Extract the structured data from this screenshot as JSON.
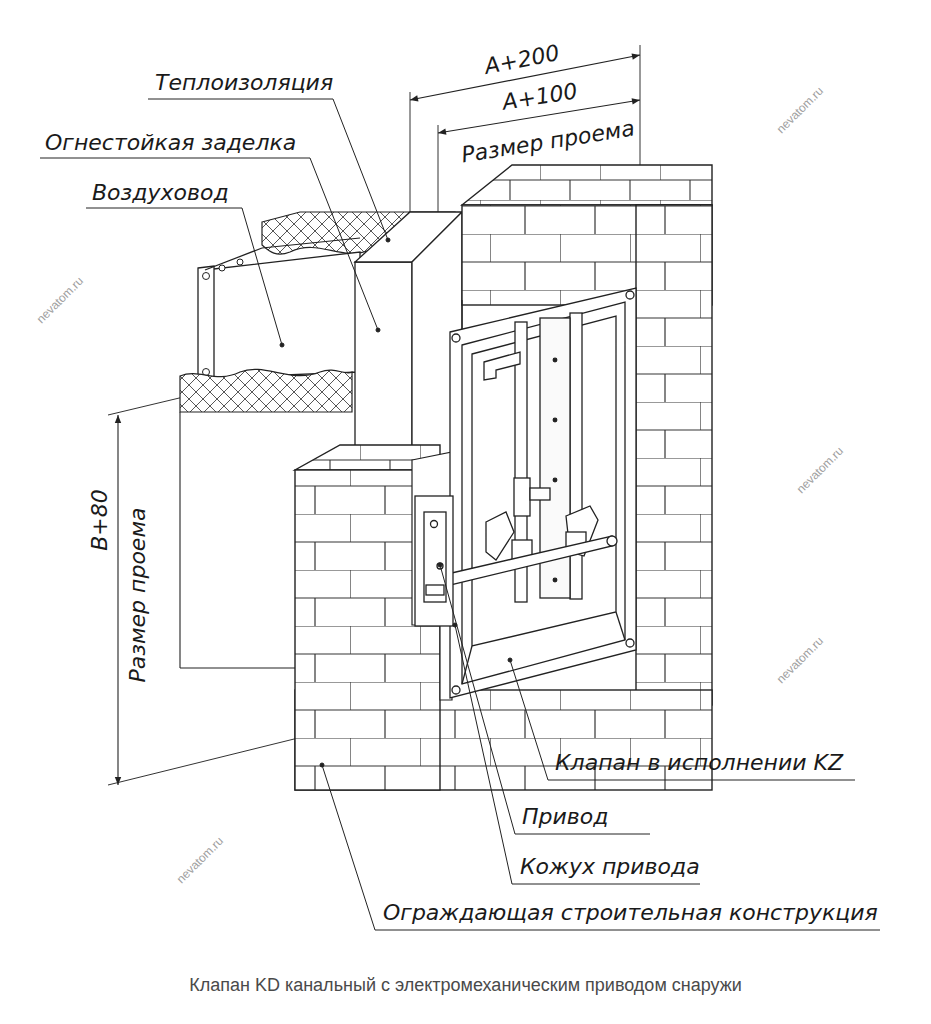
{
  "diagram": {
    "caption": "Клапан KD канальный с электромеханическим приводом снаружи",
    "labels": [
      "Теплоизоляция",
      "Огнестойкая заделка",
      "Воздуховод",
      "A+200",
      "A+100",
      "Размер проема",
      "B+80",
      "Размер проема",
      "Клапан в исполнении KZ",
      "Привод",
      "Кожух привода",
      "Ограждающая строительная конструкция",
      "nevatom.ru",
      "nevatom.ru",
      "nevatom.ru",
      "nevatom.ru",
      "nevatom.ru"
    ]
  }
}
